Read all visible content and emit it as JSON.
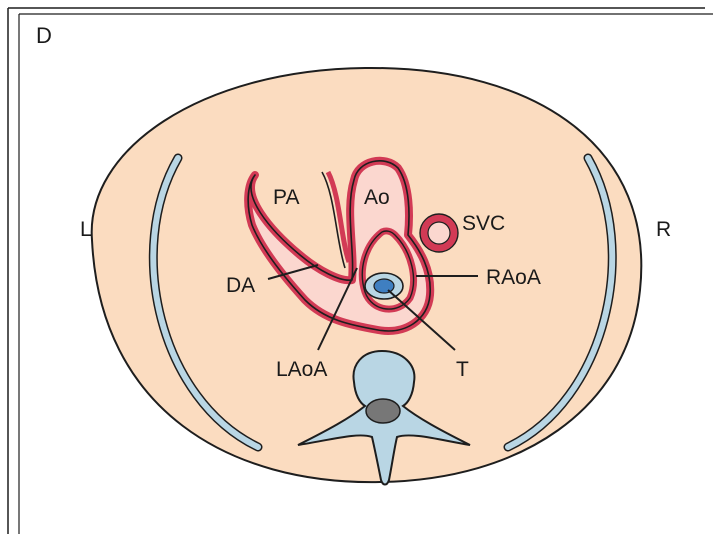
{
  "panel_label": "D",
  "orientation": {
    "left": "L",
    "right": "R"
  },
  "labels": {
    "pa": "PA",
    "ao": "Ao",
    "svc": "SVC",
    "da": "DA",
    "raoa": "RAoA",
    "laoa": "LAoA",
    "t": "T"
  },
  "colors": {
    "body": "#fbdcc0",
    "vessel_wall": "#d23a55",
    "vessel_lumen": "#fbd7cf",
    "bone": "#b9d6e4",
    "trachea_lumen": "#3f7fc1",
    "spinal_canal": "#777777",
    "outline": "#1e1e1e"
  }
}
